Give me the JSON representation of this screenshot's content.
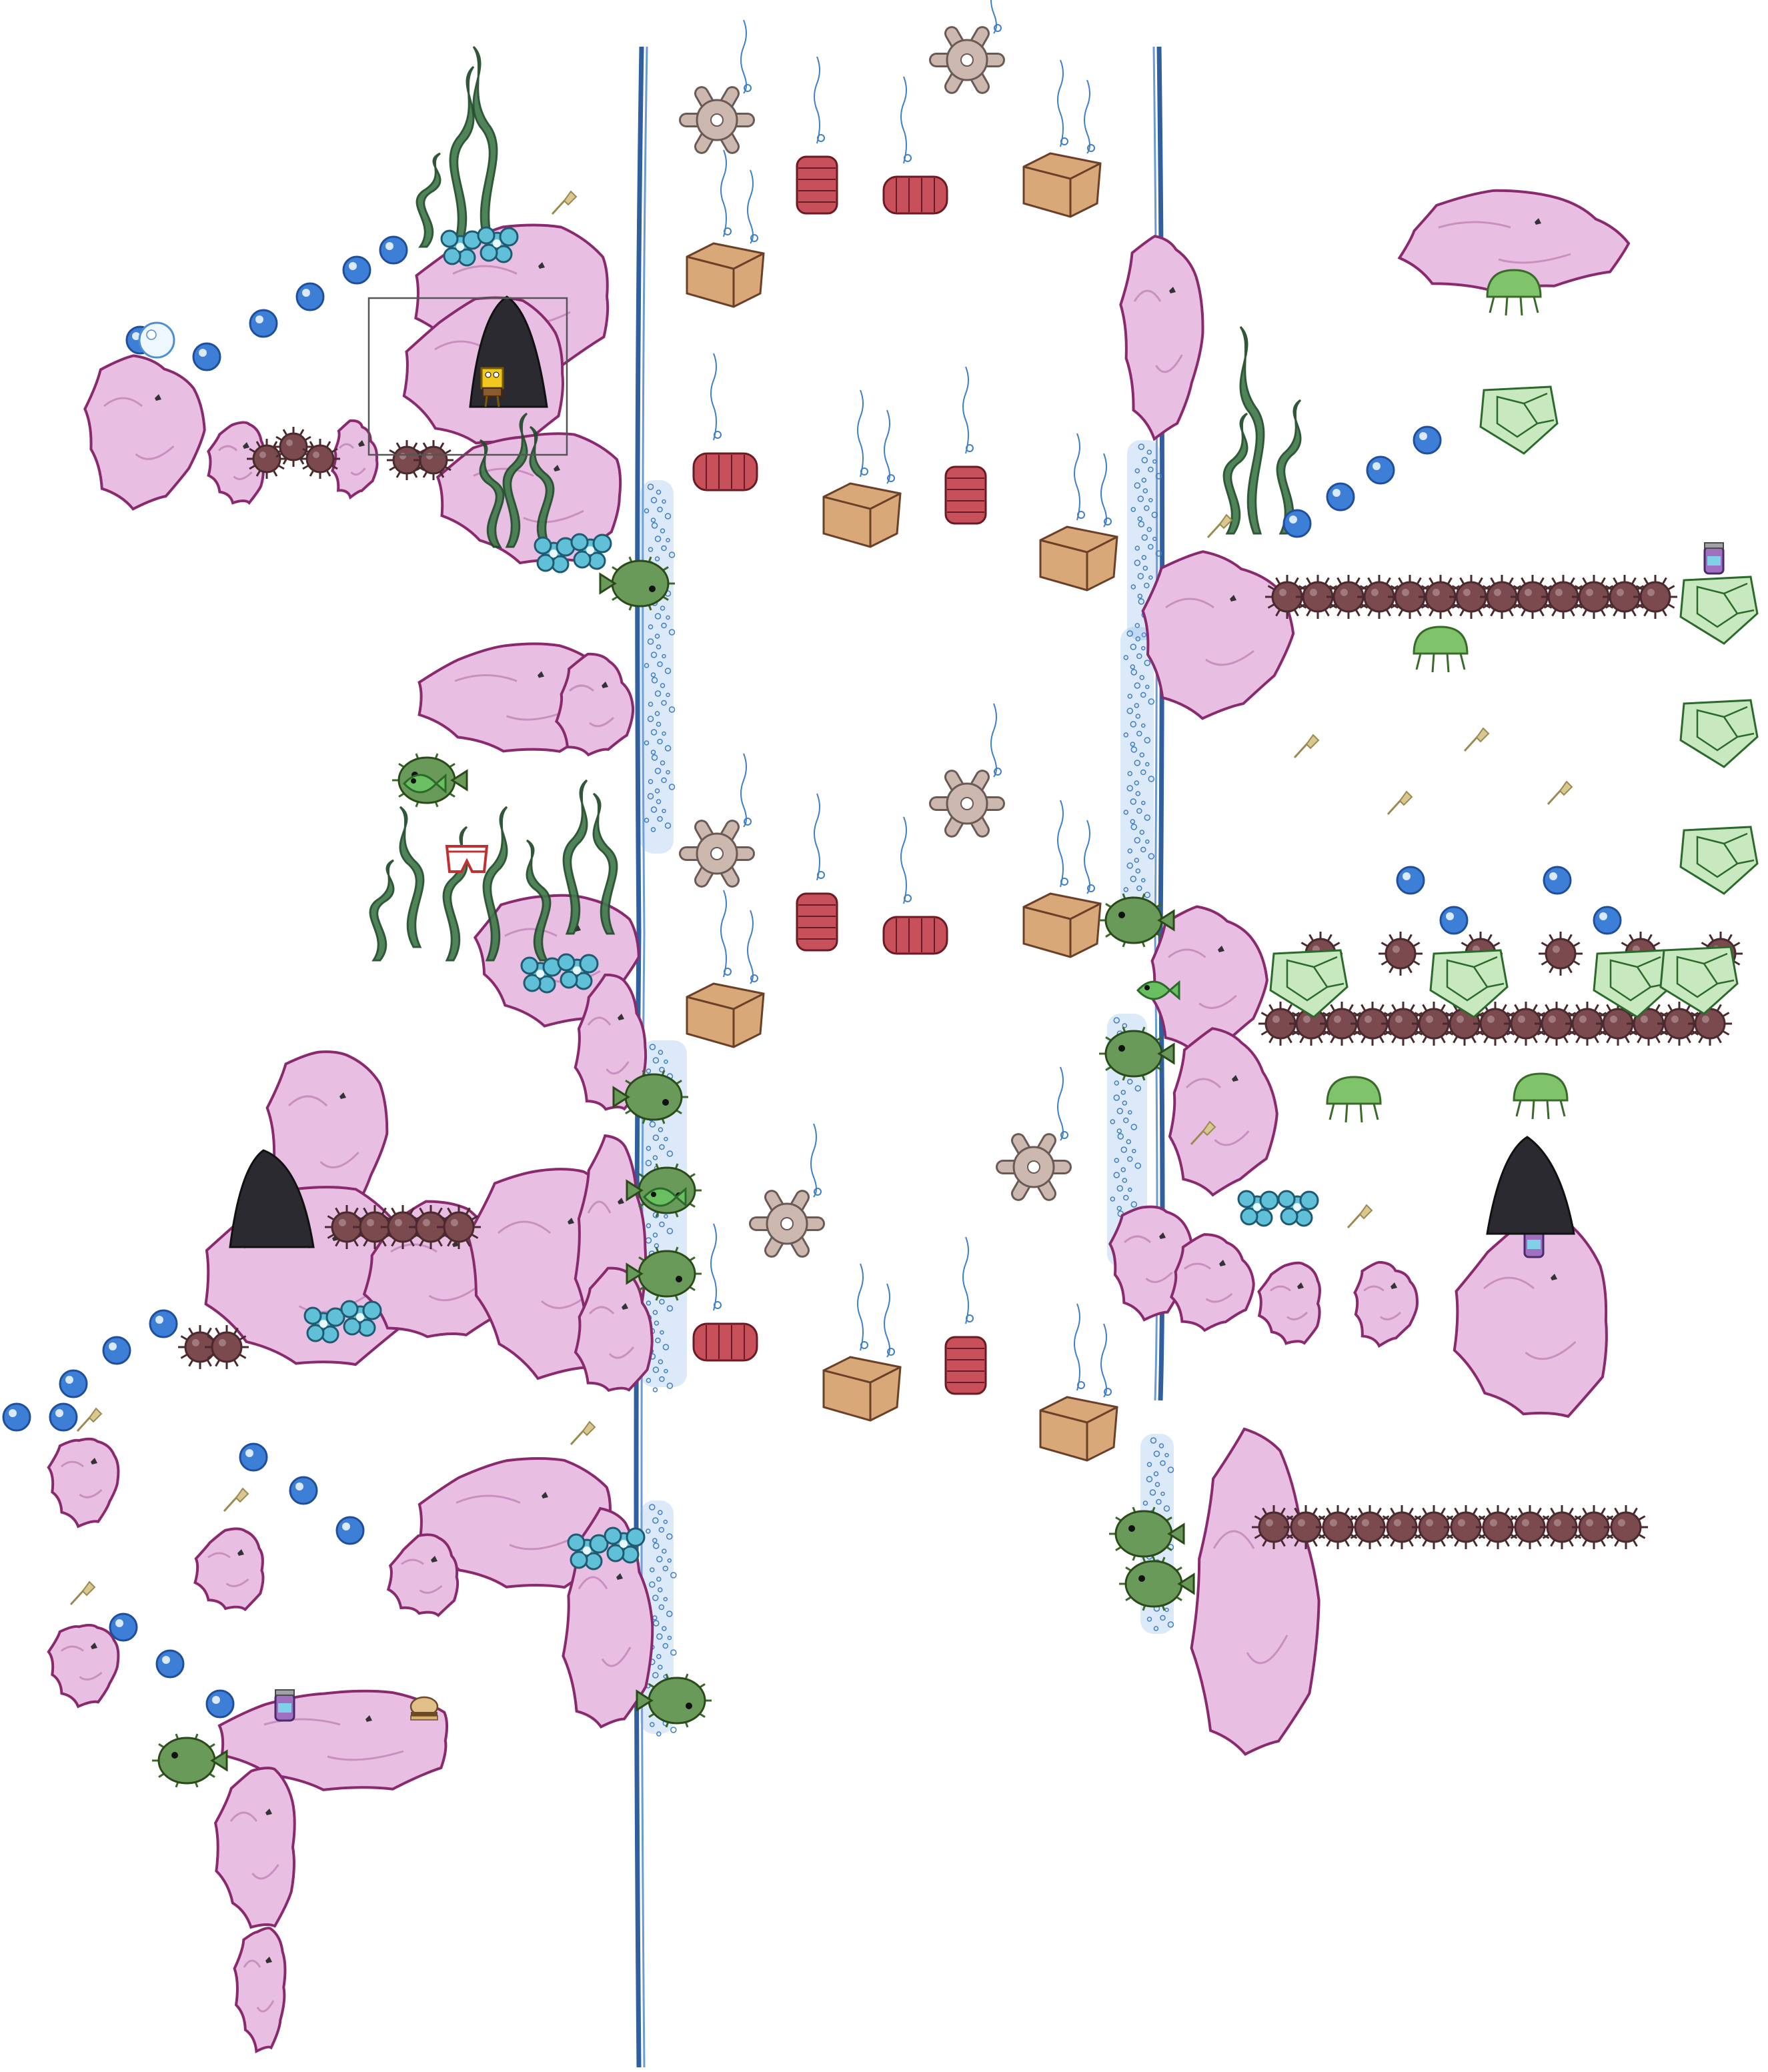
{
  "level": {
    "title": "",
    "background": "#ffffff"
  },
  "palette": {
    "rock_fill": "#e8bfe3",
    "rock_stroke": "#8a2a6e",
    "rock_shade": "#c98fc0",
    "water_wall": "#2f5f9e",
    "foam": "#7fb0e6",
    "bubble_fill": "#3d7fd6",
    "bubble_ring": "#1f4f9a",
    "urchin": "#7a4a4e",
    "urchin_dark": "#4a2a2e",
    "seaweed": "#3f7a4a",
    "seaweed_dark": "#1f4a28",
    "coral_blue": "#5fc0d8",
    "crate": "#d9a878",
    "crate_stroke": "#6a4028",
    "barrel": "#c8505a",
    "barrel_stroke": "#6a1a22",
    "cog": "#cdb8b0",
    "jelly_green": "#7fc46a",
    "puffer_green": "#6a9a5a",
    "cave_dark": "#2a2a30",
    "spatula": "#d8c890",
    "player_yellow": "#f0c820",
    "jar_purple": "#a070c0",
    "view_frame": "#555555"
  },
  "entities": {
    "player": {
      "name": "spongebob",
      "icon": "sponge-character-icon"
    },
    "camera_frame": {
      "icon": "viewport-frame"
    },
    "collectibles": [
      "bubble",
      "spatula",
      "jelly-jar",
      "burger",
      "underpants"
    ],
    "hazards": [
      "sea-urchin",
      "puffer-fish",
      "jellyfish"
    ],
    "props": [
      "crate",
      "barrel",
      "cog"
    ]
  }
}
